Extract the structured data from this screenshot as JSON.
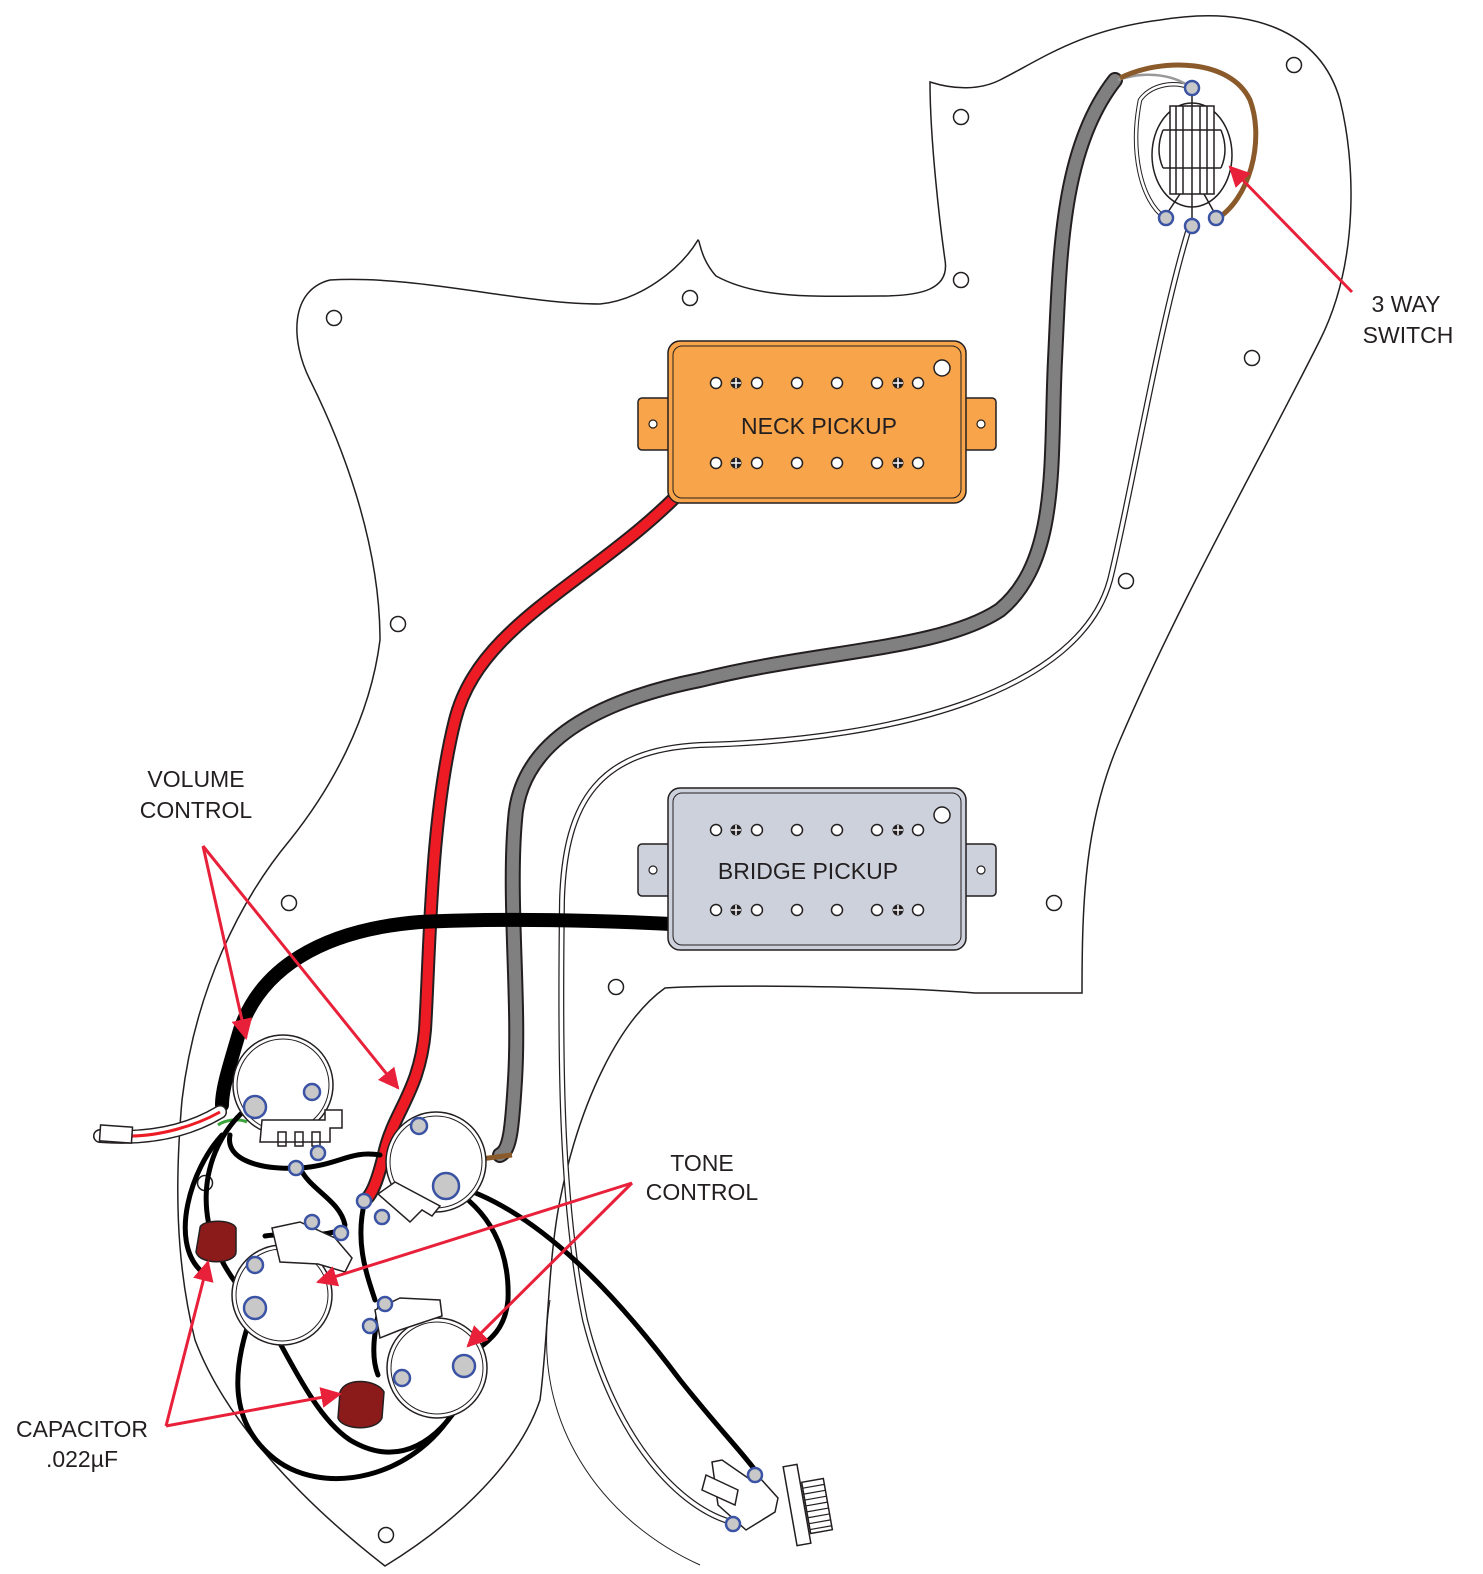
{
  "labels": {
    "neck_pickup": "NECK PICKUP",
    "bridge_pickup": "BRIDGE PICKUP",
    "switch_line1": "3 WAY",
    "switch_line2": "SWITCH",
    "volume_line1": "VOLUME",
    "volume_line2": "CONTROL",
    "tone_line1": "TONE",
    "tone_line2": "CONTROL",
    "capacitor_line1": "CAPACITOR",
    "capacitor_line2": ".022µF"
  },
  "colors": {
    "pickguard_outline": "#231f20",
    "neck_pickup_fill": "#f7a44a",
    "bridge_pickup_fill": "#cdd1dc",
    "terminal_fill": "#c8c8c8",
    "terminal_ring": "#3b53a4",
    "arrow": "#e8203a",
    "wire_red": "#ed1c24",
    "wire_grey": "#808080",
    "wire_black": "#000000",
    "wire_brown": "#8b5a2b",
    "capacitor": "#8b1a1a"
  }
}
